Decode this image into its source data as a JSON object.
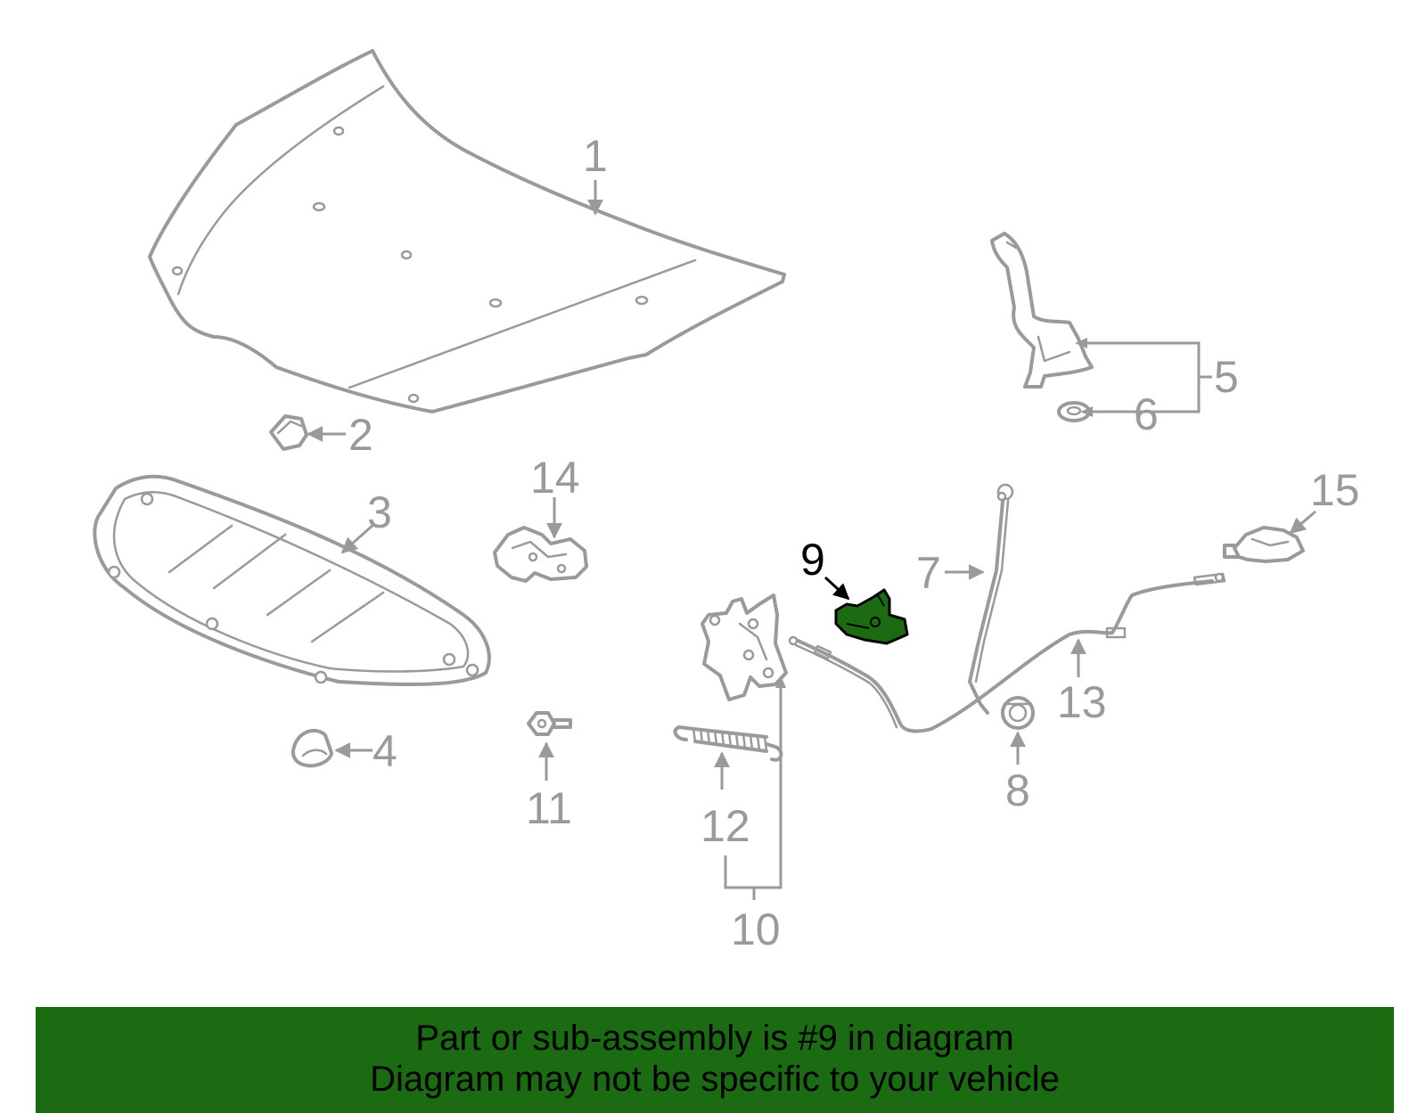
{
  "diagram": {
    "callouts": {
      "c1": "1",
      "c2": "2",
      "c3": "3",
      "c4": "4",
      "c5": "5",
      "c6": "6",
      "c7": "7",
      "c8": "8",
      "c9": "9",
      "c10": "10",
      "c11": "11",
      "c12": "12",
      "c13": "13",
      "c14": "14",
      "c15": "15"
    },
    "highlighted_part": "9",
    "colors": {
      "line": "#9a9a9a",
      "highlight_fill": "#1a6b12",
      "highlight_label": "#000000",
      "banner_background": "#1a6b12",
      "banner_text": "#000000"
    }
  },
  "banner": {
    "line1": "Part or sub-assembly is #9 in diagram",
    "line2": "Diagram may not be specific to your vehicle"
  }
}
